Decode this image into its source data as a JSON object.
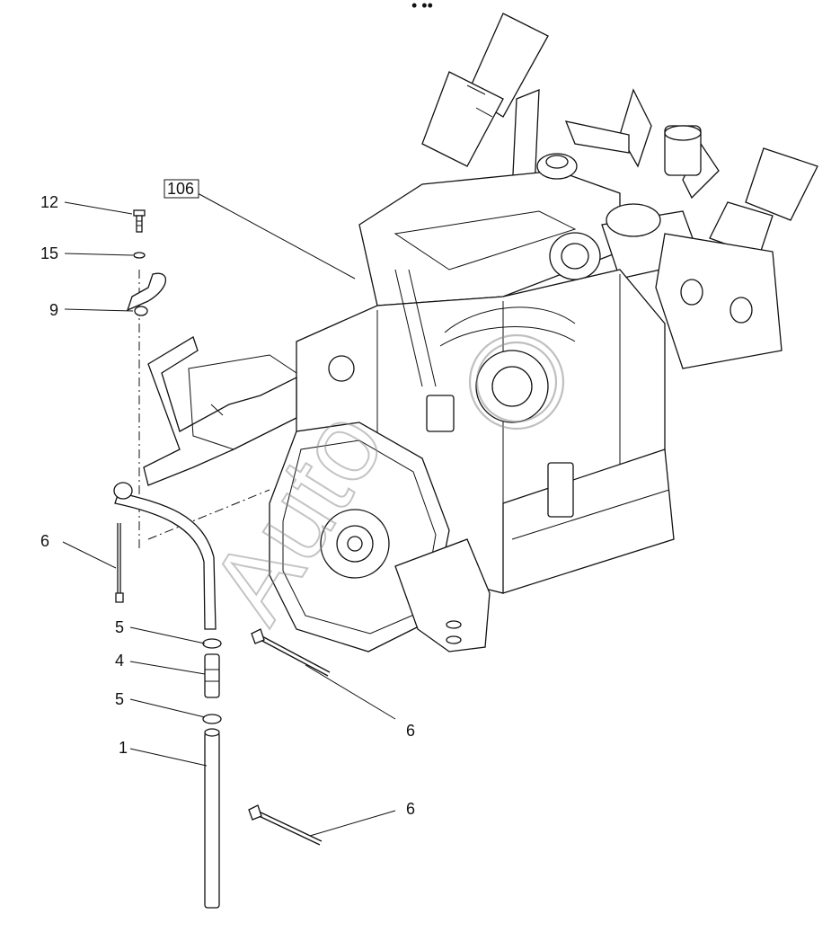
{
  "header": {
    "mark": "• ••"
  },
  "callouts": {
    "c12": "12",
    "c15": "15",
    "c9": "9",
    "c106": "106",
    "c6_left": "6",
    "c5_top": "5",
    "c4": "4",
    "c5_bottom": "5",
    "c1": "1",
    "c6_mid": "6",
    "c6_bottom": "6"
  },
  "watermark": {
    "text": "Auto"
  },
  "colors": {
    "line": "#111111",
    "watermark": "#8a8a8a",
    "background": "#ffffff"
  }
}
